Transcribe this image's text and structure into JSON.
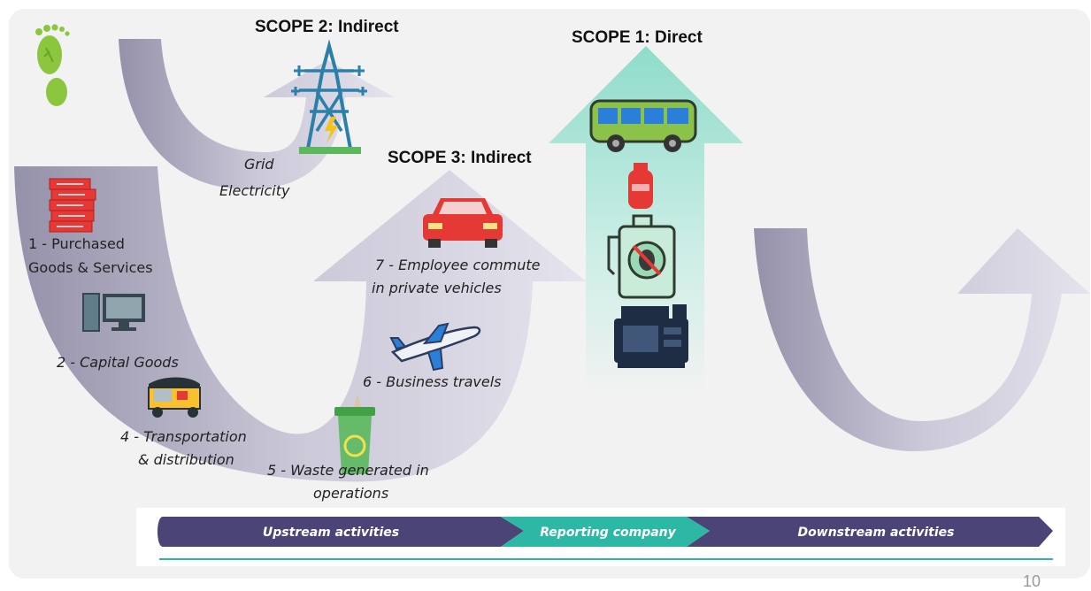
{
  "scopes": {
    "scope2": "SCOPE 2: Indirect",
    "scope1": "SCOPE 1: Direct",
    "scope3": "SCOPE 3: Indirect"
  },
  "labels": {
    "grid_line1": "Grid",
    "grid_line2": "Electricity",
    "purchased_line1": "1 - Purchased",
    "purchased_line2": "Goods & Services",
    "capital": "2 - Capital Goods",
    "transport_line1": "4 - Transportation",
    "transport_line2": "& distribution",
    "waste_line1": "5 - Waste generated in",
    "waste_line2": "operations",
    "business": "6 - Business travels",
    "commute_line1": "7 - Employee commute",
    "commute_line2": "in private vehicles"
  },
  "value_chain": {
    "upstream": "Upstream activities",
    "reporting": "Reporting company",
    "downstream": "Downstream activities"
  },
  "page_number": "10",
  "colors": {
    "arrow_gray": "#b7b4c8",
    "scope1_teal": "#9fe3d6",
    "upstream_purple": "#4b4577",
    "reporting_teal": "#2db8a5",
    "footprint_green": "#8cc63f"
  },
  "icons": [
    "footprint-icon",
    "power-tower-icon",
    "bus-icon",
    "gas-cylinder-icon",
    "fuel-dispenser-icon",
    "generator-icon",
    "car-icon",
    "airplane-icon",
    "waste-bin-icon",
    "boxes-icon",
    "computer-icon",
    "autorickshaw-icon"
  ]
}
